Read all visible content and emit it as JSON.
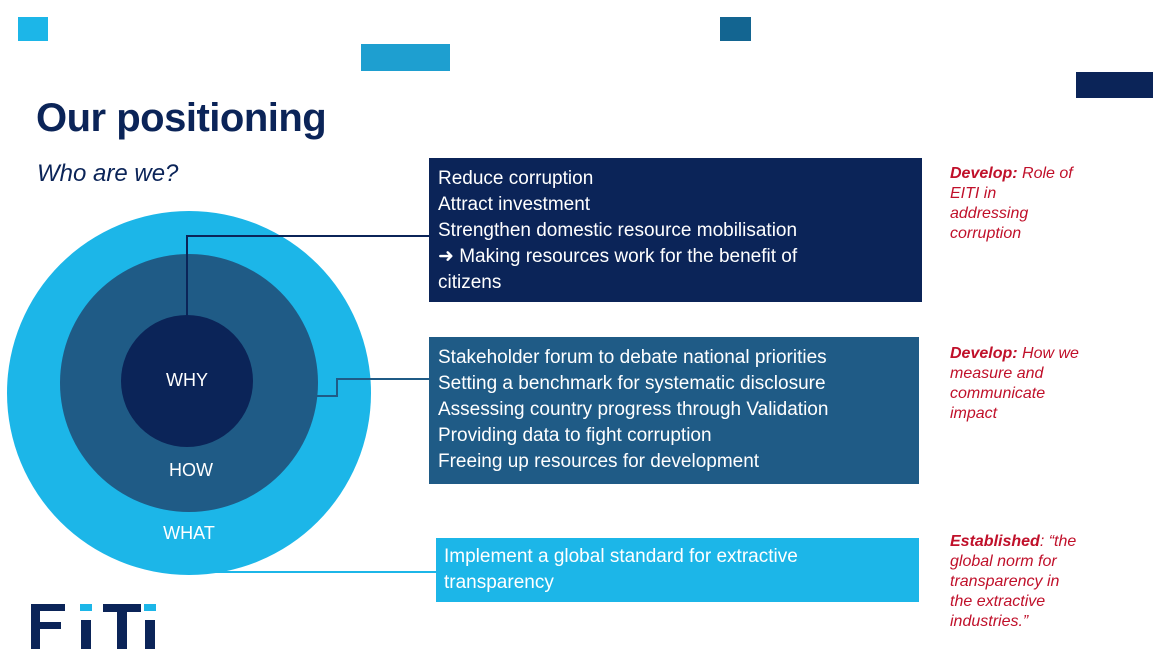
{
  "header": {
    "title": "Our positioning",
    "subtitle": "Who are we?"
  },
  "circles": {
    "why": "WHY",
    "how": "HOW",
    "what": "WHAT"
  },
  "boxes": {
    "why_lines": [
      "Reduce corruption",
      "Attract investment",
      "Strengthen domestic resource mobilisation",
      "➜ Making resources work for the benefit of",
      "citizens"
    ],
    "how_lines": [
      "Stakeholder forum to debate national priorities",
      "Setting a benchmark for systematic disclosure",
      "Assessing country progress through Validation",
      "Providing data to fight corruption",
      "Freeing up resources for development"
    ],
    "what_lines": [
      "Implement a global standard for extractive",
      "transparency"
    ]
  },
  "notes": {
    "why": {
      "lead": "Develop:",
      "lines": [
        " Role of",
        "EITI in",
        "addressing",
        "corruption"
      ]
    },
    "how": {
      "lead": "Develop:",
      "lines": [
        " How we",
        "measure and",
        "communicate",
        "impact"
      ]
    },
    "what": {
      "lead": "Established",
      "lines": [
        ": “the",
        "global norm for",
        "transparency in",
        "the extractive",
        "industries.”"
      ]
    }
  },
  "logo": {
    "text": "EITI"
  },
  "colors": {
    "navy": "#0b2458",
    "mid_blue": "#1f5b86",
    "light_blue": "#1cb6e8",
    "red": "#c0102a"
  }
}
